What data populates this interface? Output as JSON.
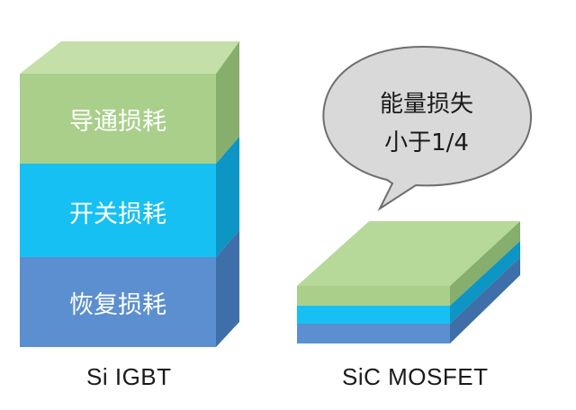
{
  "si_igbt": {
    "caption": "Si IGBT",
    "layers": [
      {
        "label": "导通损耗",
        "color": "#a9cf8b"
      },
      {
        "label": "开关损耗",
        "color": "#17c0f2"
      },
      {
        "label": "恢复损耗",
        "color": "#5b8fcf"
      }
    ]
  },
  "sic_mosfet": {
    "caption": "SiC MOSFET",
    "bubble_lines": [
      "能量损失",
      "小于1/4"
    ]
  }
}
